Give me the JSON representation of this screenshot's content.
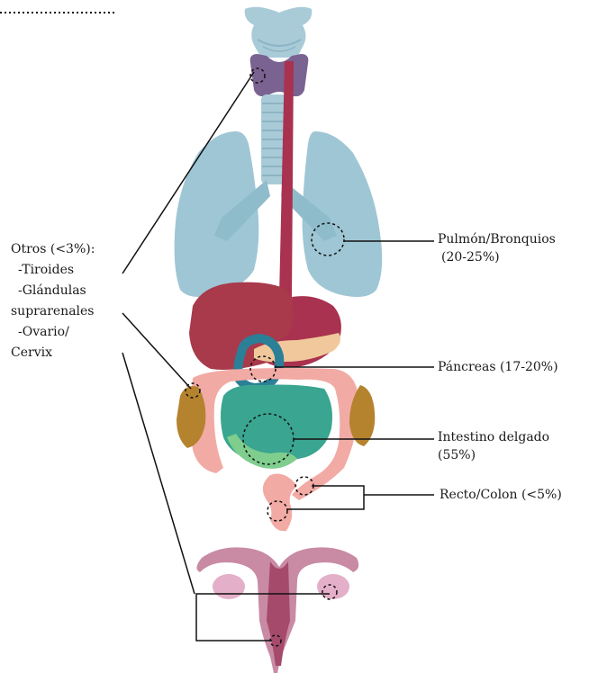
{
  "labels": {
    "otros": {
      "title": "Otros (<3%):",
      "items": [
        "-Tiroides",
        "-Glándulas",
        "suprarenales",
        "-Ovario/",
        "Cervix"
      ]
    },
    "pulmon": {
      "line1": "Pulmón/Bronquios",
      "line2": "(20-25%)"
    },
    "pancreas": {
      "line1": "Páncreas (17-20%)"
    },
    "intestino": {
      "line1": "Intestino delgado",
      "line2": "(55%)"
    },
    "recto": {
      "line1": "Recto/Colon (<5%)"
    }
  },
  "colors": {
    "thyroid_head": "#a9cbd8",
    "thyroid_gland": "#7a6291",
    "trachea": "#a9cbd8",
    "esophagus": "#a8324f",
    "lungs": "#9fc6d4",
    "liver": "#a83a4b",
    "stomach": "#a8324f",
    "pancreas": "#f0c89b",
    "duodenum": "#2b7f96",
    "small_intestine": "#3aa590",
    "small_intestine_light": "#7fce8e",
    "colon": "#f2aaa5",
    "adrenal": "#b5822e",
    "uterus": "#c98aa4",
    "uterus_dark": "#a54a6a",
    "ovary": "#e4afc8",
    "line": "#111111"
  }
}
